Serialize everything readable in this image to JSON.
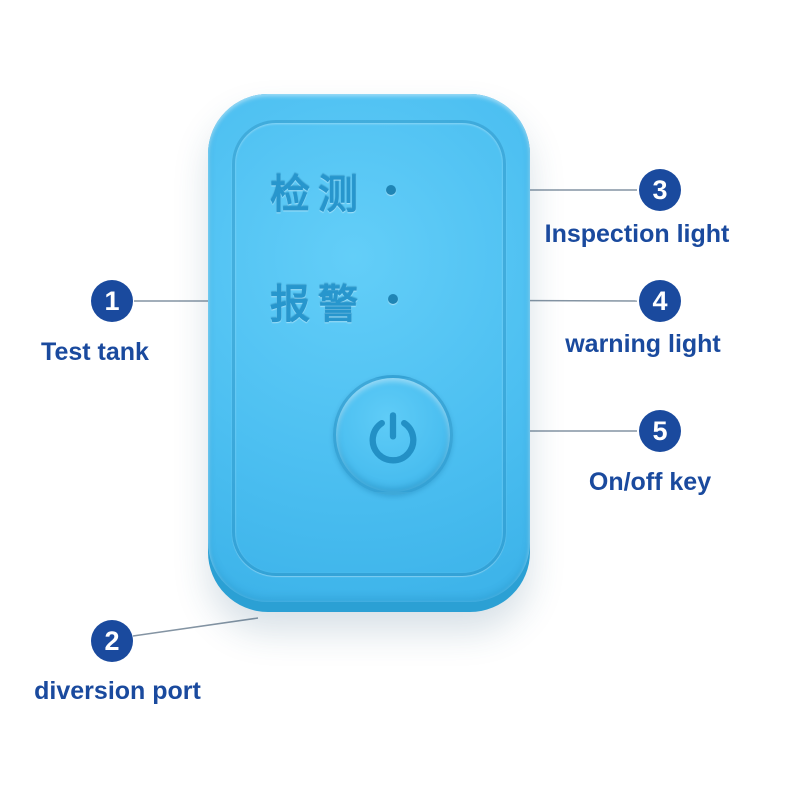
{
  "device": {
    "inspection_label_cn": "检测",
    "alarm_label_cn": "报警",
    "icons": {
      "power": "power-icon",
      "inspection_led": "led-dot-icon",
      "alarm_led": "led-dot-icon"
    }
  },
  "callouts": [
    {
      "num": "1",
      "label": "Test tank"
    },
    {
      "num": "2",
      "label": "diversion port"
    },
    {
      "num": "3",
      "label": "Inspection light"
    },
    {
      "num": "4",
      "label": "warning light"
    },
    {
      "num": "5",
      "label": "On/off key"
    }
  ],
  "colors": {
    "annotation_blue": "#1a4a9e",
    "device_blue": "#4cbff1",
    "device_edge_blue": "#2ba0d4",
    "emboss_blue": "#2796cd",
    "line_gray": "#8494a3",
    "background": "#ffffff"
  }
}
